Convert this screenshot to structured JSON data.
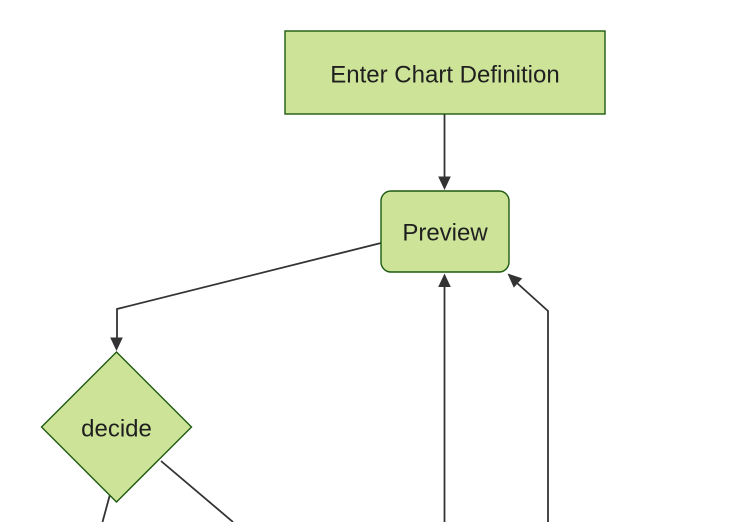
{
  "diagram": {
    "type": "flowchart",
    "background_color": "#ffffff",
    "colors": {
      "node_fill": "#cde498",
      "node_border": "#1d5a0f",
      "edge": "#333333",
      "label": "#1f1f1f"
    },
    "nodes": [
      {
        "id": "enter-chart-definition",
        "label": "Enter Chart Definition",
        "shape": "rectangle"
      },
      {
        "id": "preview",
        "label": "Preview",
        "shape": "rounded-rectangle"
      },
      {
        "id": "decide",
        "label": "decide",
        "shape": "diamond"
      }
    ],
    "edges": [
      {
        "from": "enter-chart-definition",
        "to": "preview",
        "arrowhead_visible": true
      },
      {
        "from": "preview",
        "to": "decide",
        "arrowhead_visible": true
      },
      {
        "from": "offscreen-bottom",
        "to": "preview",
        "arrowhead_visible": true
      },
      {
        "from": "offscreen-bottom-right",
        "to": "preview",
        "arrowhead_visible": true
      },
      {
        "from": "decide",
        "to": "offscreen-bottom-left",
        "arrowhead_visible": false
      },
      {
        "from": "decide",
        "to": "offscreen-bottom-right",
        "arrowhead_visible": false
      }
    ]
  }
}
